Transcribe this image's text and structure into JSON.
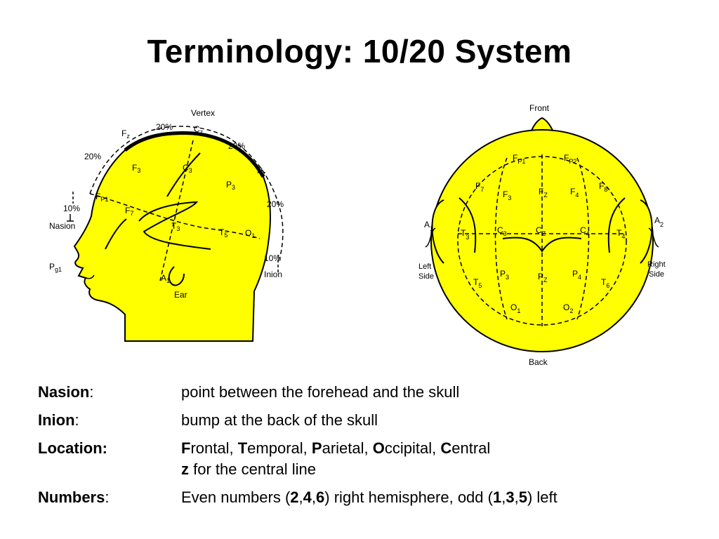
{
  "slide": {
    "title": "Terminology: 10/20 System"
  },
  "side_view": {
    "vertex": "Vertex",
    "nasion": "Nasion",
    "inion": "Inion",
    "ear": "Ear",
    "pct_20_top": "20%",
    "pct_20_front": "20%",
    "pct_20_back_top": "20%",
    "pct_20_back": "20%",
    "pct_10_front": "10%",
    "pct_10_back": "10%",
    "fz": {
      "main": "F",
      "sub": "z"
    },
    "cz": {
      "main": "C",
      "sub": "z"
    },
    "pz": {
      "main": "P",
      "sub": "z"
    },
    "f3": {
      "main": "F",
      "sub": "3"
    },
    "c3": {
      "main": "C",
      "sub": "3"
    },
    "p3": {
      "main": "P",
      "sub": "3"
    },
    "fp1": {
      "main": "F",
      "sub": "P1"
    },
    "f7": {
      "main": "F",
      "sub": "7"
    },
    "t3": {
      "main": "T",
      "sub": "3"
    },
    "t5": {
      "main": "T",
      "sub": "5"
    },
    "o1": {
      "main": "O",
      "sub": "1"
    },
    "a1": {
      "main": "A",
      "sub": "1"
    },
    "pg1": {
      "main": "P",
      "sub": "g1"
    }
  },
  "top_view": {
    "front": "Front",
    "back": "Back",
    "left_side_1": "Left",
    "left_side_2": "Side",
    "right_side_1": "Right",
    "right_side_2": "Side",
    "fp1": {
      "main": "F",
      "sub": "P1"
    },
    "fp2": {
      "main": "F",
      "sub": "P2"
    },
    "f7": {
      "main": "F",
      "sub": "7"
    },
    "f3": {
      "main": "F",
      "sub": "3"
    },
    "fz": {
      "main": "F",
      "sub": "Z"
    },
    "f4": {
      "main": "F",
      "sub": "4"
    },
    "f8": {
      "main": "F",
      "sub": "8"
    },
    "a1": {
      "main": "A",
      "sub": "1"
    },
    "t3": {
      "main": "T",
      "sub": "3"
    },
    "c3": {
      "main": "C",
      "sub": "3"
    },
    "cz": {
      "main": "C",
      "sub": "Z"
    },
    "c4": {
      "main": "C",
      "sub": "4"
    },
    "t4": {
      "main": "T",
      "sub": "4"
    },
    "a2": {
      "main": "A",
      "sub": "2"
    },
    "p3": {
      "main": "P",
      "sub": "3"
    },
    "pz": {
      "main": "P",
      "sub": "Z"
    },
    "p4": {
      "main": "P",
      "sub": "4"
    },
    "t5": {
      "main": "T",
      "sub": "5"
    },
    "t6": {
      "main": "T",
      "sub": "6"
    },
    "o1": {
      "main": "O",
      "sub": "1"
    },
    "o2": {
      "main": "O",
      "sub": "2"
    }
  },
  "definitions": {
    "nasion": {
      "term": "Nasion",
      "colon": ":",
      "desc": "point between the forehead and the skull"
    },
    "inion": {
      "term": "Inion",
      "colon": ":",
      "desc": "bump at the back of the skull"
    },
    "location": {
      "term": "Location:",
      "parts": [
        {
          "b": "F",
          "t": "rontal, "
        },
        {
          "b": "T",
          "t": "emporal, "
        },
        {
          "b": "P",
          "t": "arietal, "
        },
        {
          "b": "O",
          "t": "ccipital, "
        },
        {
          "b": "C",
          "t": "entral"
        }
      ],
      "line2_b": "z",
      "line2_t": " for the central line"
    },
    "numbers": {
      "term": "Numbers",
      "colon": ":",
      "p1": "Even numbers (",
      "e1": "2",
      "c1": ",",
      "e2": "4",
      "c2": ",",
      "e3": "6",
      "p2": ") right hemisphere, odd (",
      "o1": "1",
      "c3": ",",
      "o2": "3",
      "c4": ",",
      "o3": "5",
      "p3": ") left"
    }
  },
  "colors": {
    "head_fill": "#ffff00",
    "outline": "#000000"
  }
}
